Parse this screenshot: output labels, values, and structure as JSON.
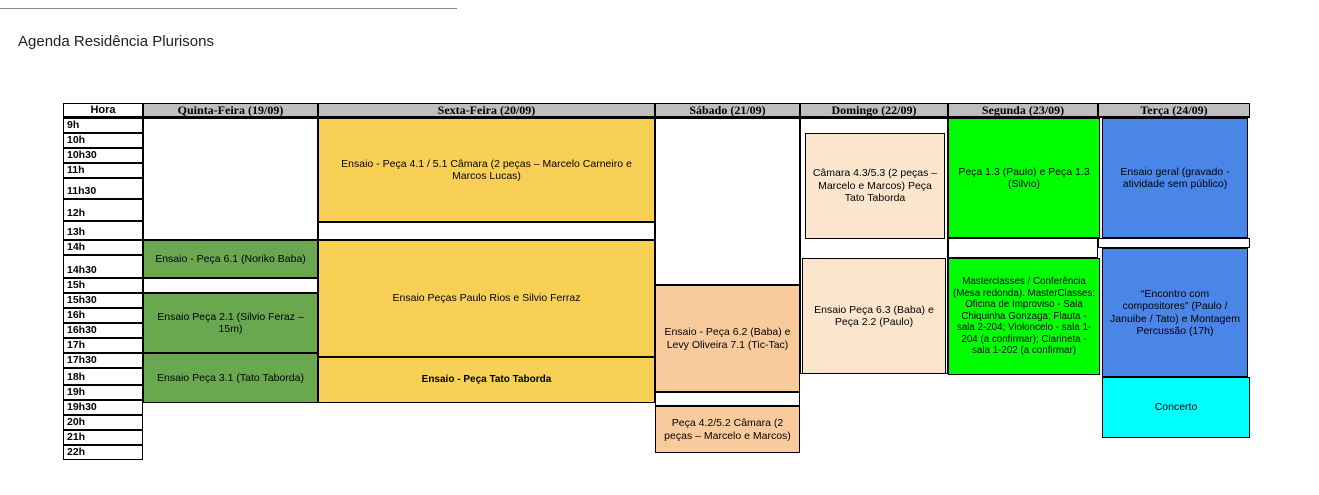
{
  "page": {
    "title": "Agenda Residência Plurisons"
  },
  "colors": {
    "day_header_bg": "#BFBFBF",
    "quinta_green": "#6AA84F",
    "sexta_yellow": "#F9D056",
    "sabado_orange": "#F9CB9C",
    "domingo_peach": "#FCE5CD",
    "segunda_green": "#00FF00",
    "terca_blue": "#4A86E8",
    "concerto_cyan": "#00FFFF"
  },
  "table": {
    "hora_header": "Hora",
    "day_headers": [
      "Quinta-Feira (19/09)",
      "Sexta-Feira (20/09)",
      "Sábado (21/09)",
      "Domingo (22/09)",
      "Segunda (23/09)",
      "Terça (24/09)"
    ],
    "time_slots": [
      "9h",
      "10h",
      "10h30",
      "11h",
      "11h30",
      "12h",
      "13h",
      "14h",
      "14h30",
      "15h",
      "15h30",
      "16h",
      "16h30",
      "17h",
      "17h30",
      "18h",
      "19h",
      "19h30",
      "20h",
      "21h",
      "22h"
    ],
    "events": {
      "quinta_1": {
        "label": "Ensaio - Peça 6.1 (Noriko Baba)",
        "color": "#6AA84F"
      },
      "quinta_2": {
        "label": "Ensaio Peça 2.1 (Silvio Feraz –15m)",
        "color": "#6AA84F"
      },
      "quinta_3": {
        "label": "Ensaio Peça 3.1 (Tato Taborda)",
        "color": "#6AA84F"
      },
      "sexta_1": {
        "label": "Ensaio - Peça 4.1 / 5.1 Câmara (2 peças – Marcelo Carneiro e Marcos Lucas)",
        "color": "#F9D056"
      },
      "sexta_2": {
        "label": "Ensaio Peças Paulo Rios e Silvio Ferraz",
        "color": "#F9D056"
      },
      "sexta_3": {
        "label": "Ensaio - Peça Tato Taborda",
        "color": "#F9D056"
      },
      "sabado_1": {
        "label": "Ensaio - Peça 6.2 (Baba) e Levy Oliveira 7.1 (Tic-Tac)",
        "color": "#F9CB9C"
      },
      "sabado_2": {
        "label": "Peça 4.2/5.2 Câmara (2 peças – Marcelo e Marcos)",
        "color": "#F9CB9C"
      },
      "domingo_1": {
        "label": "Câmara 4.3/5.3 (2 peças – Marcelo e Marcos) Peça Tato Taborda",
        "color": "#FCE5CD"
      },
      "domingo_2": {
        "label": "Ensaio Peça 6.3 (Baba) e Peça 2.2 (Paulo)",
        "color": "#FCE5CD"
      },
      "segunda_1": {
        "label": "Peça 1.3 (Paulo) e Peça 1.3 (Silvio)",
        "color": "#00FF00"
      },
      "segunda_2": {
        "label": "Masterclasses / Conferência (Mesa redonda). MasterClasses: Oficina de Improviso - Sala Chiquinha Gonzaga; Flauta - sala 2-204; Violoncelo - sala 1-204 (a confirmar); Clarineta - sala 1-202 (a confirmar)",
        "color": "#00FF00"
      },
      "terca_1": {
        "label": "Ensaio geral (gravado - atividade sem público)",
        "color": "#4A86E8"
      },
      "terca_2": {
        "label": "“Encontro com compositores” (Paulo / Januibe / Tato) e Montagem Percussão (17h)",
        "color": "#4A86E8"
      },
      "terca_3": {
        "label": "Concerto",
        "color": "#00FFFF"
      }
    }
  }
}
